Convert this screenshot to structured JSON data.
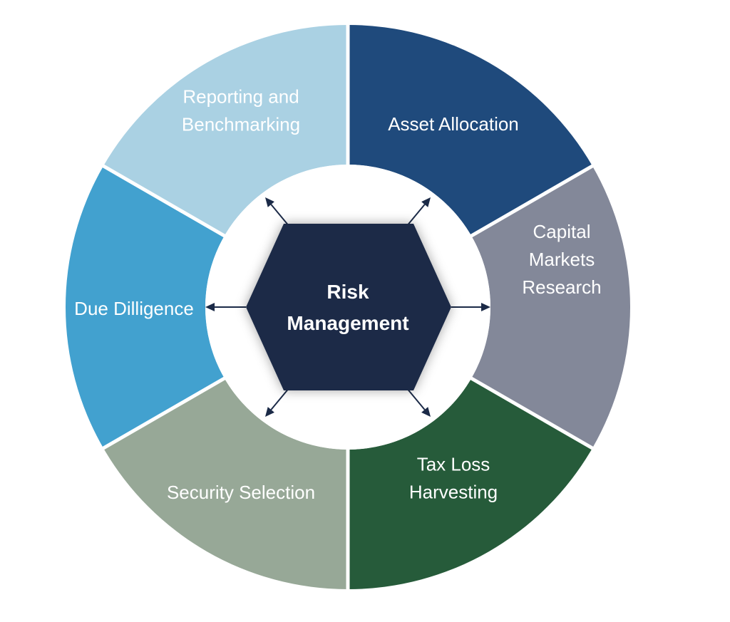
{
  "center": {
    "title_line1": "Risk",
    "title_line2": "Management",
    "color": "#1b2a47"
  },
  "segments": [
    {
      "lines": [
        "Asset Allocation"
      ],
      "color": "#1f4a7c"
    },
    {
      "lines": [
        "Capital",
        "Markets",
        "Research"
      ],
      "color": "#838899"
    },
    {
      "lines": [
        "Tax Loss",
        "Harvesting"
      ],
      "color": "#265b3a"
    },
    {
      "lines": [
        "Security Selection"
      ],
      "color": "#97a897"
    },
    {
      "lines": [
        "Due Dilligence"
      ],
      "color": "#42a1cf"
    },
    {
      "lines": [
        "Reporting and",
        "Benchmarking"
      ],
      "color": "#aad1e3"
    }
  ],
  "colors": {
    "arrow": "#1b2a47",
    "divider": "#ffffff",
    "inner_circle": "#ffffff"
  }
}
